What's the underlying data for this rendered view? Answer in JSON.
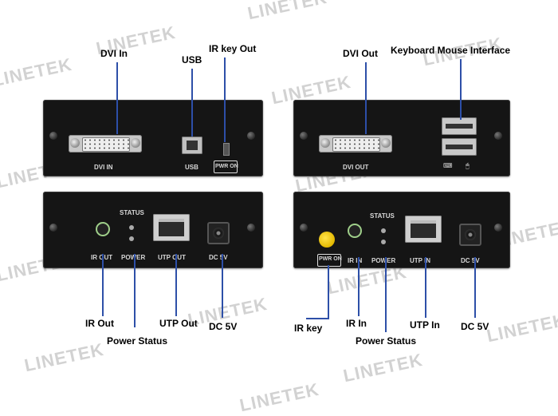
{
  "watermark": "LINETEK",
  "callouts": {
    "dvi_in": "DVI In",
    "usb": "USB",
    "ir_key_out": "IR key Out",
    "dvi_out": "DVI Out",
    "kb_mouse": "Keyboard Mouse Interface",
    "ir_out": "IR Out",
    "power_status_left": "Power Status",
    "utp_out": "UTP Out",
    "dc5v_left": "DC 5V",
    "ir_key": "IR key",
    "ir_in": "IR In",
    "power_status_right": "Power Status",
    "utp_in": "UTP In",
    "dc5v_right": "DC 5V"
  },
  "panel_labels": {
    "tl_dvi": "DVI IN",
    "tl_usb": "USB",
    "tl_pwr": "PWR ON",
    "tr_dvi": "DVI OUT",
    "bl_status": "STATUS",
    "bl_irout": "IR OUT",
    "bl_power": "POWER",
    "bl_utp": "UTP OUT",
    "bl_dc": "DC 5V",
    "br_status": "STATUS",
    "br_pwr": "PWR ON",
    "br_irin": "IR IN",
    "br_power": "POWER",
    "br_utp": "UTP IN",
    "br_dc": "DC 5V"
  },
  "colors": {
    "leader_line": "#2d4fa8",
    "panel": "#151515",
    "ir_key_button": "#f5d000"
  }
}
